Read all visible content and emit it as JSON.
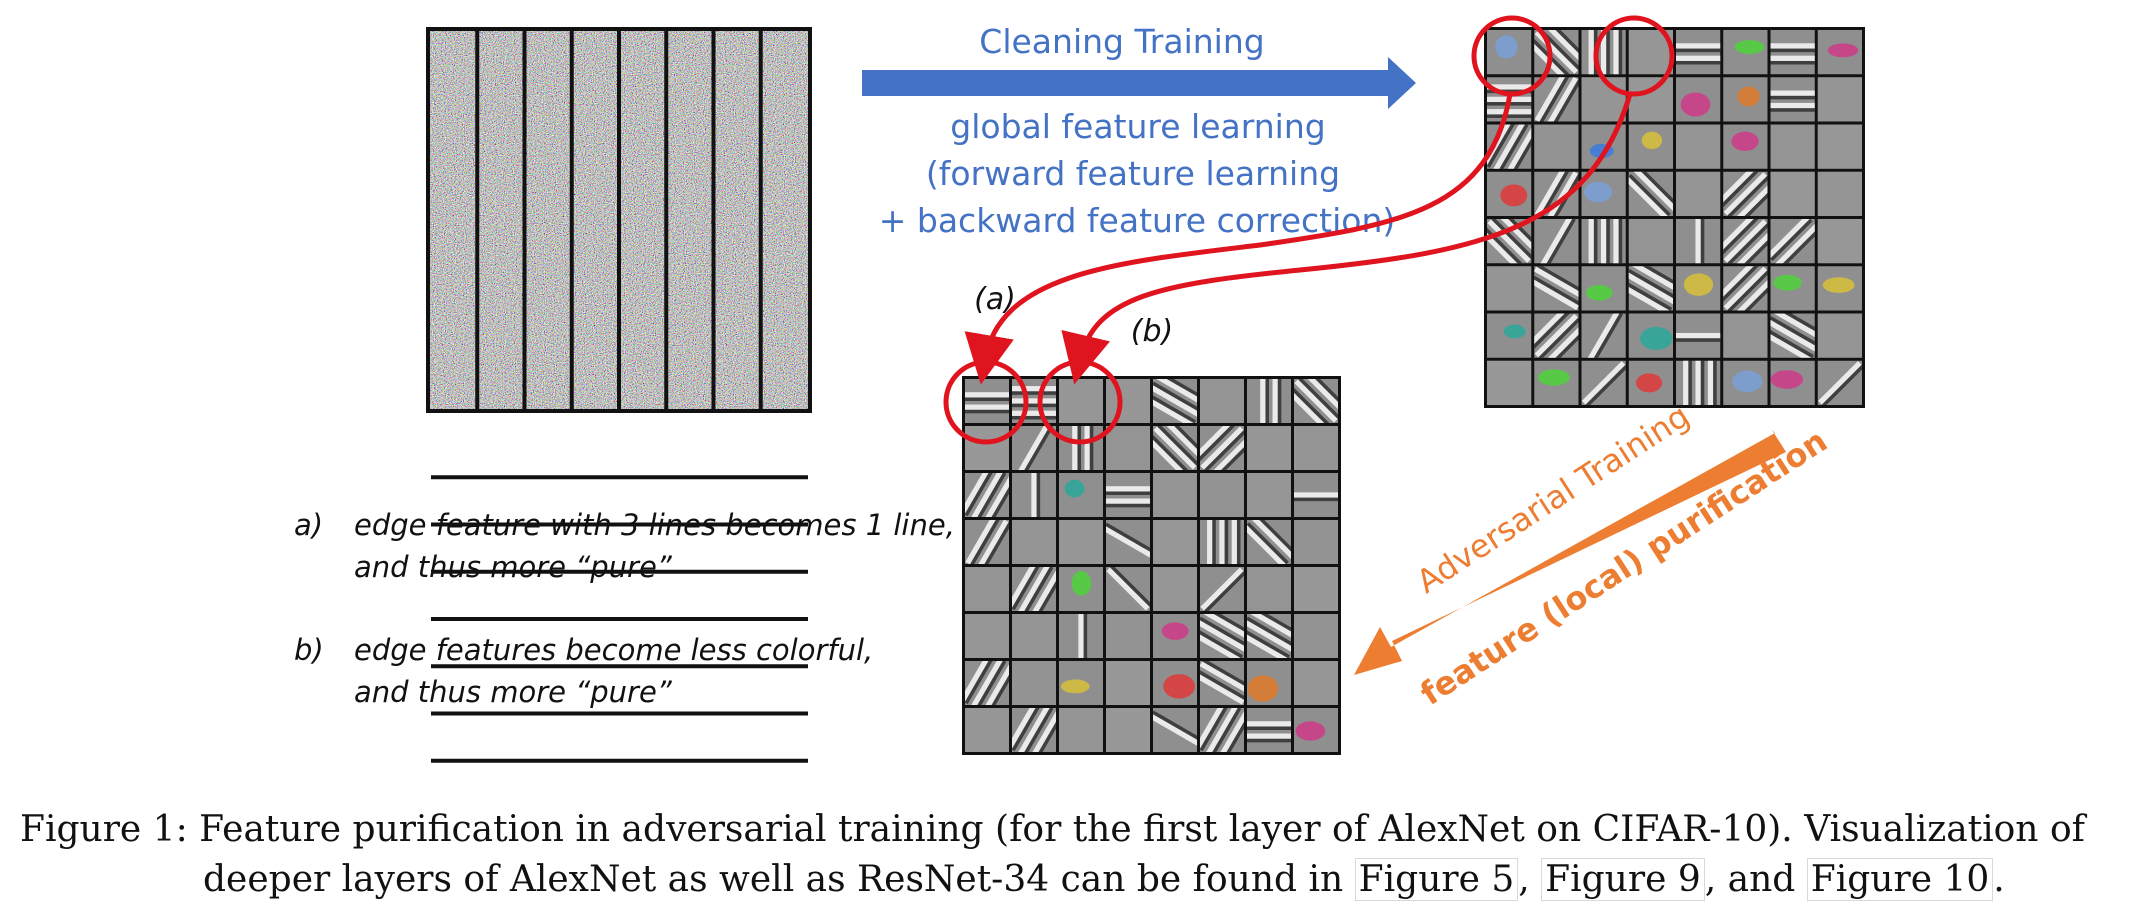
{
  "figure": {
    "clean_arrow_title": "Cleaning Training",
    "clean_arrow_sub": [
      "global feature learning",
      "(forward feature learning",
      "+ backward feature correction)"
    ],
    "callout_a": "(a)",
    "callout_b": "(b)",
    "adv_arrow_title": "Adversarial Training",
    "adv_arrow_sub": "feature (local) purification",
    "notes": [
      {
        "marker": "a)",
        "lines": [
          "edge feature with 3 lines becomes 1 line,",
          "and thus more “pure”"
        ]
      },
      {
        "marker": "b)",
        "lines": [
          "edge features become less colorful,",
          "and thus more “pure”"
        ]
      }
    ],
    "colors": {
      "blue_arrow": "#4472c4",
      "blue_text": "#4472c4",
      "orange": "#ed7d31",
      "red": "#e0141e"
    }
  },
  "caption": {
    "line1": "Figure 1: Feature purification in adversarial training (for the first layer of AlexNet on CIFAR-10). Visualization of",
    "line2_pre": "deeper layers of AlexNet as well as ResNet-34 can be found in ",
    "ref1": "Figure 5",
    "sep1": ", ",
    "ref2": "Figure 9",
    "sep2": ", and ",
    "ref3": "Figure 10",
    "end": "."
  }
}
